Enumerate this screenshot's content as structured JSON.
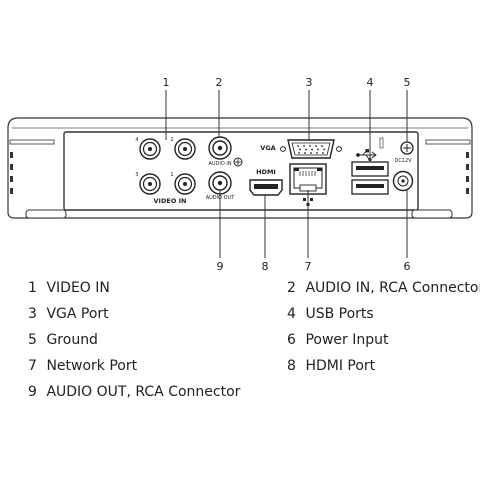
{
  "callouts": [
    {
      "number": "1",
      "label": "VIDEO IN"
    },
    {
      "number": "2",
      "label": "AUDIO IN, RCA Connector"
    },
    {
      "number": "3",
      "label": "VGA Port"
    },
    {
      "number": "4",
      "label": "USB Ports"
    },
    {
      "number": "5",
      "label": "Ground"
    },
    {
      "number": "6",
      "label": "Power Input"
    },
    {
      "number": "7",
      "label": "Network Port"
    },
    {
      "number": "8",
      "label": "HDMI Port"
    },
    {
      "number": "9",
      "label": "AUDIO OUT, RCA Connector"
    }
  ],
  "panel_text": {
    "video_in": "VIDEO IN",
    "audio_in": "AUDIO IN",
    "audio_out": "AUDIO OUT",
    "vga": "VGA",
    "hdmi": "HDMI",
    "dc": "DC12V",
    "ch1": "1",
    "ch2": "2",
    "ch3": "3",
    "ch4": "4"
  }
}
